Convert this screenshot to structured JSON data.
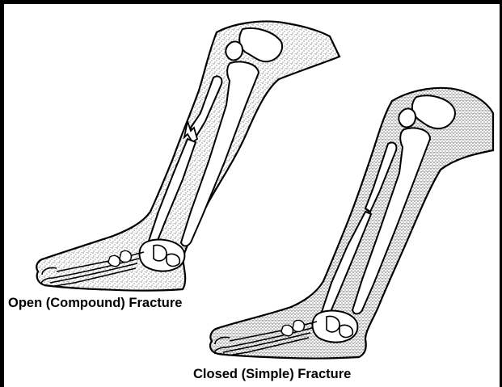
{
  "figure": {
    "captions": {
      "open": "Open (Compound) Fracture",
      "closed": "Closed (Simple) Fracture"
    },
    "illustrations": [
      {
        "caption_key": "open",
        "icon": "leg-with-open-fracture-icon"
      },
      {
        "caption_key": "closed",
        "icon": "leg-with-closed-fracture-icon"
      }
    ],
    "colors": {
      "ink": "#000000",
      "background": "#ffffff",
      "stipple": "#000000"
    }
  }
}
